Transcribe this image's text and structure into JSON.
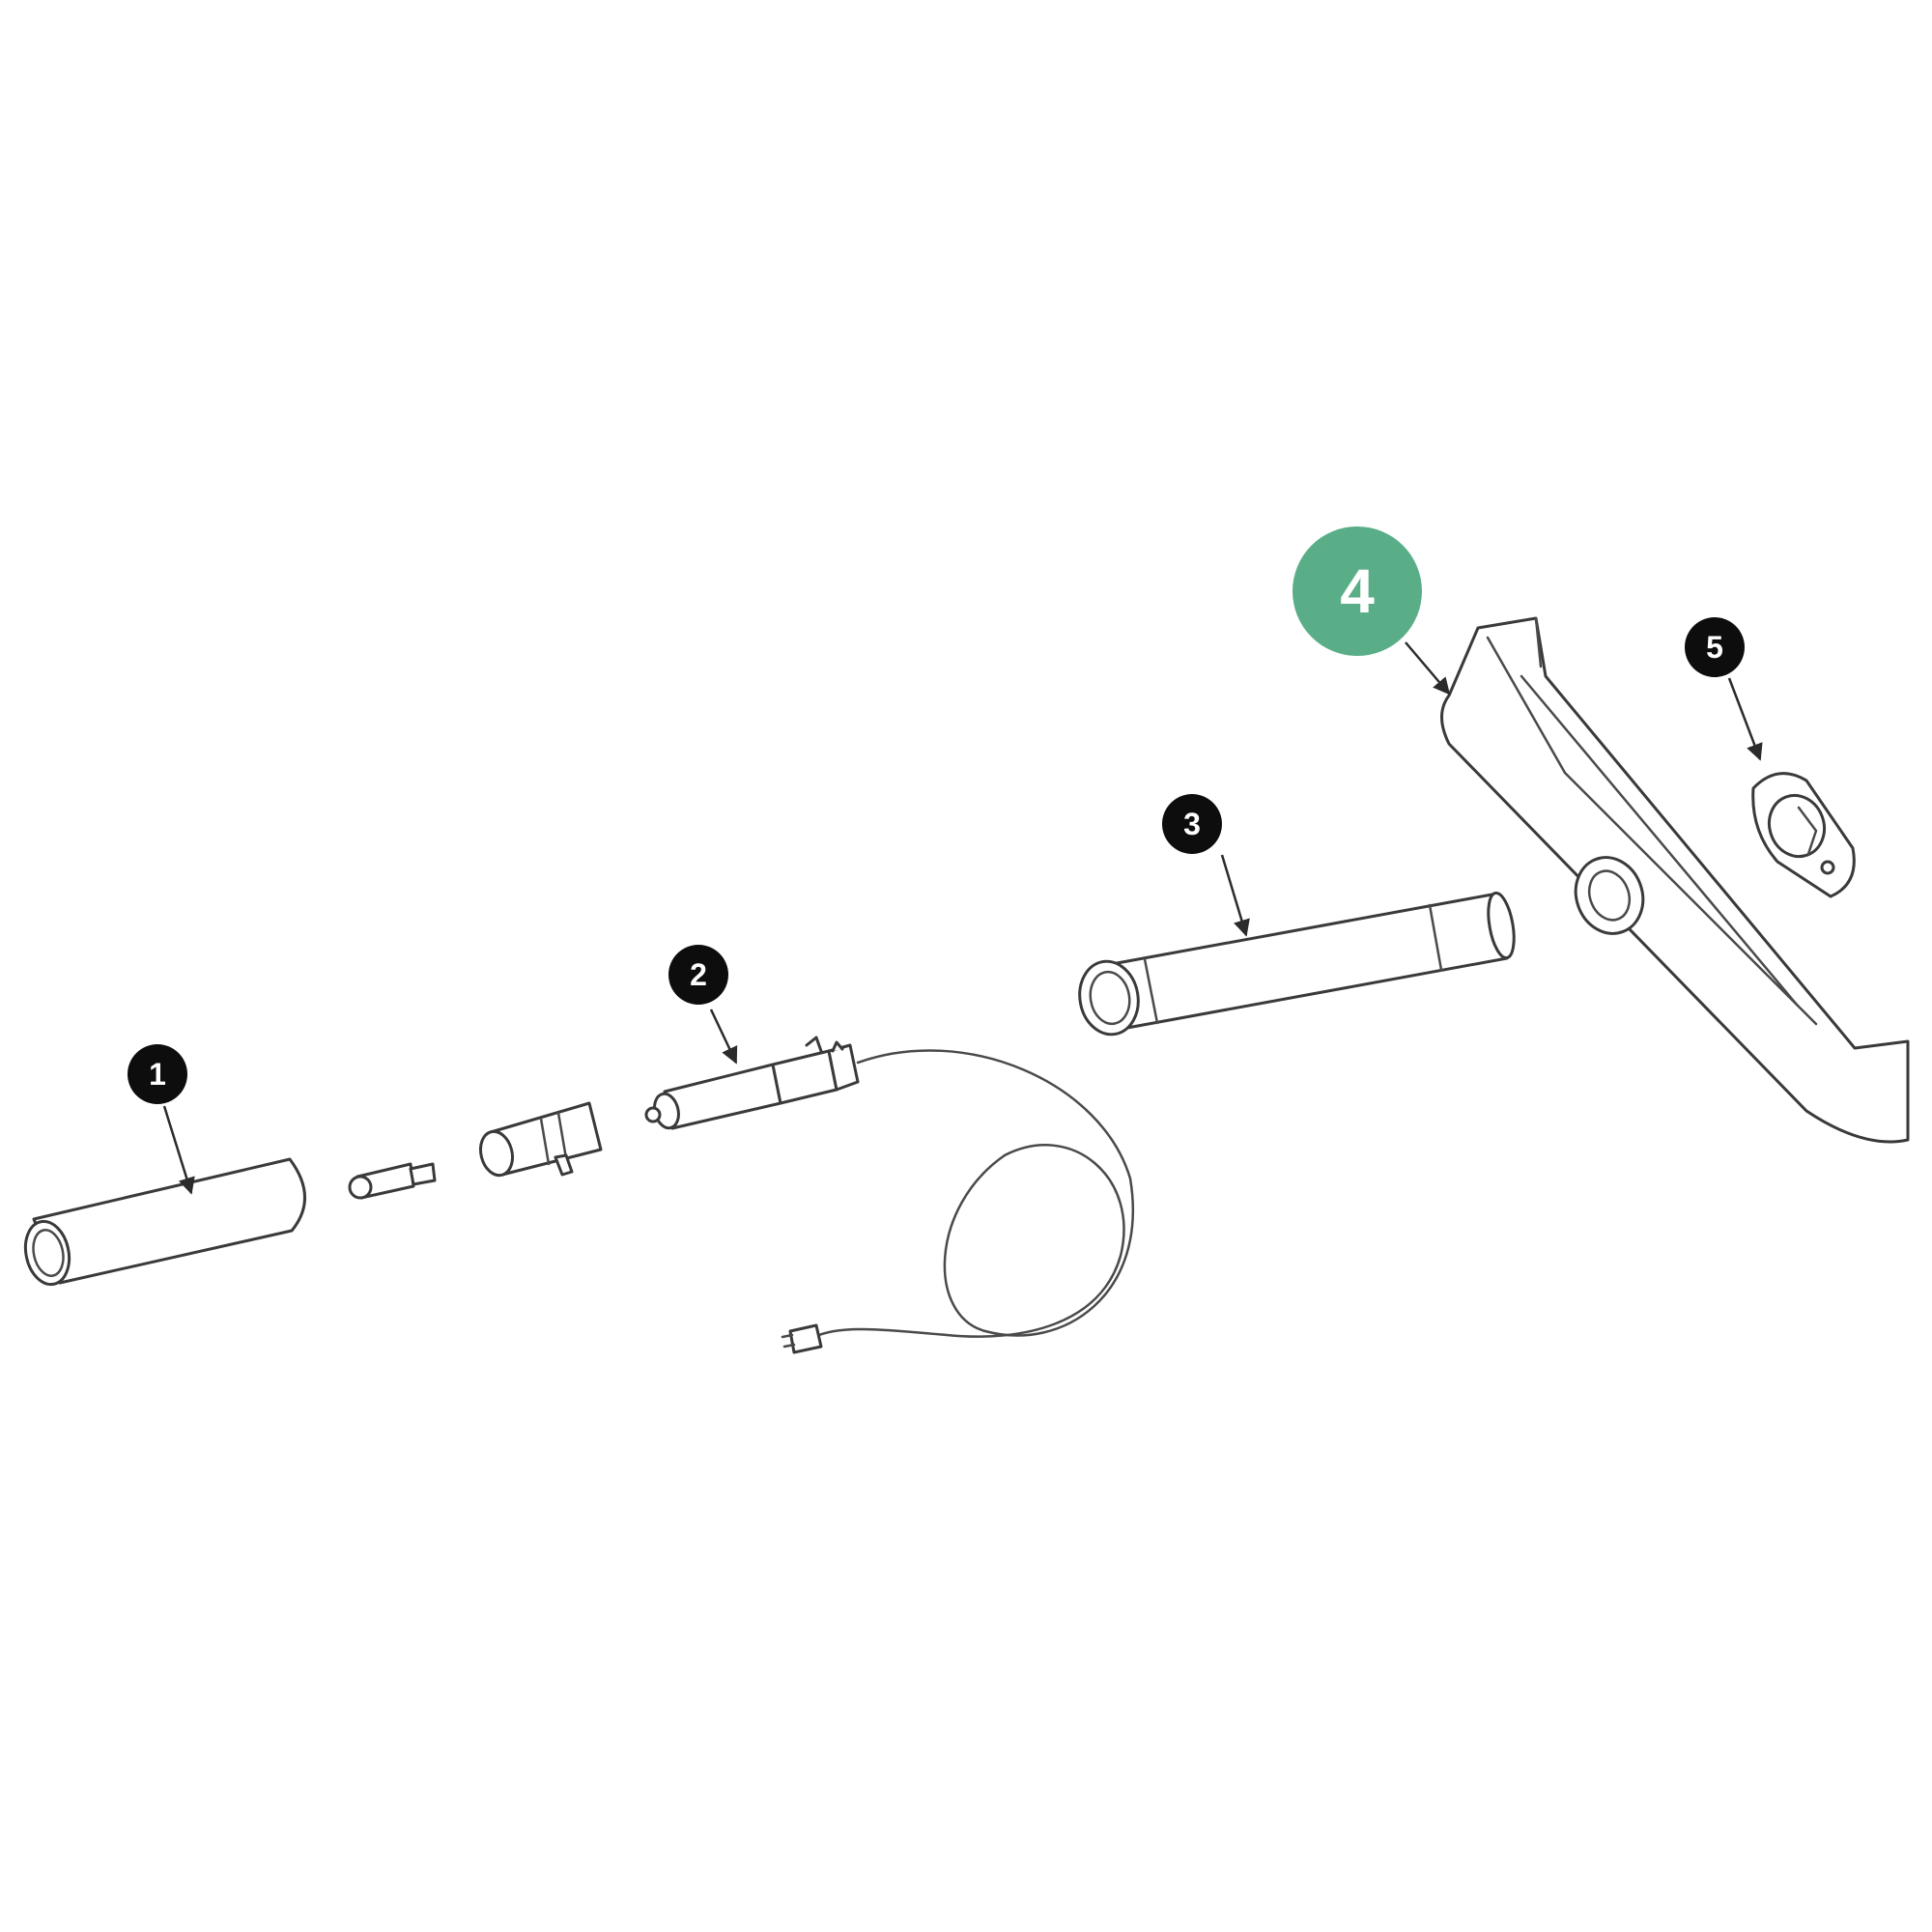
{
  "callouts": [
    {
      "id": "1",
      "label": "1",
      "highlighted": false
    },
    {
      "id": "2",
      "label": "2",
      "highlighted": false
    },
    {
      "id": "3",
      "label": "3",
      "highlighted": false
    },
    {
      "id": "4",
      "label": "4",
      "highlighted": true
    },
    {
      "id": "5",
      "label": "5",
      "highlighted": false
    }
  ],
  "colors": {
    "badge": "#0d0d0d",
    "badge_highlight": "#5aae87",
    "badge_text": "#ffffff"
  }
}
